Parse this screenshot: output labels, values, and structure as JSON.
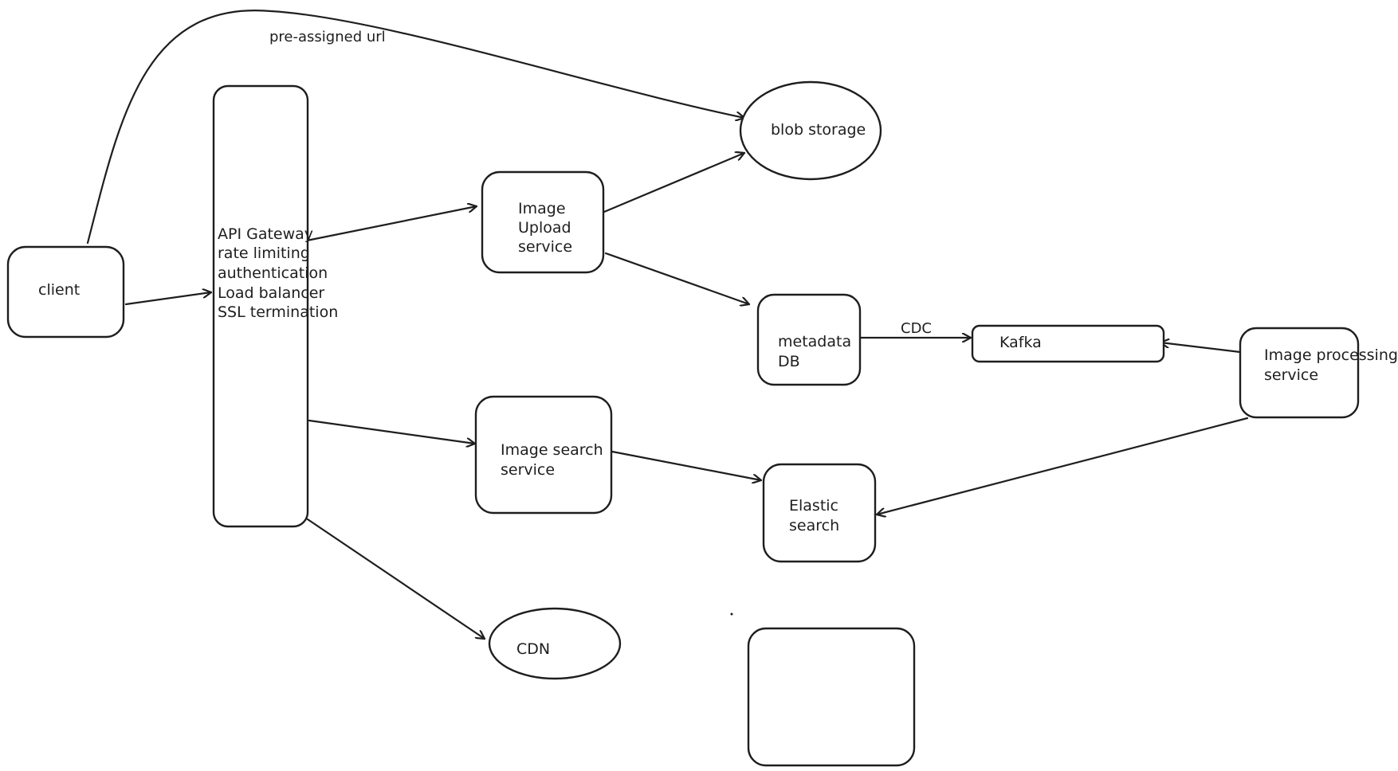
{
  "diagram": {
    "nodes": {
      "client": {
        "lines": [
          "client"
        ]
      },
      "gateway": {
        "lines": [
          "API Gateway",
          "rate limiting",
          "authentication",
          "Load balancer",
          "SSL termination"
        ]
      },
      "upload": {
        "lines": [
          "Image",
          "Upload",
          "service"
        ]
      },
      "blob": {
        "lines": [
          "blob storage"
        ]
      },
      "metadata": {
        "lines": [
          "metadata",
          "DB"
        ]
      },
      "kafka": {
        "lines": [
          "Kafka"
        ]
      },
      "processing": {
        "lines": [
          "Image processing",
          "service"
        ]
      },
      "search": {
        "lines": [
          "Image search",
          "service"
        ]
      },
      "elastic": {
        "lines": [
          "Elastic",
          "search"
        ]
      },
      "cdn": {
        "lines": [
          "CDN"
        ]
      },
      "empty_box": {
        "lines": []
      }
    },
    "edges": {
      "presigned": {
        "label": "pre-assigned url"
      },
      "cdc": {
        "label": "CDC"
      }
    }
  }
}
